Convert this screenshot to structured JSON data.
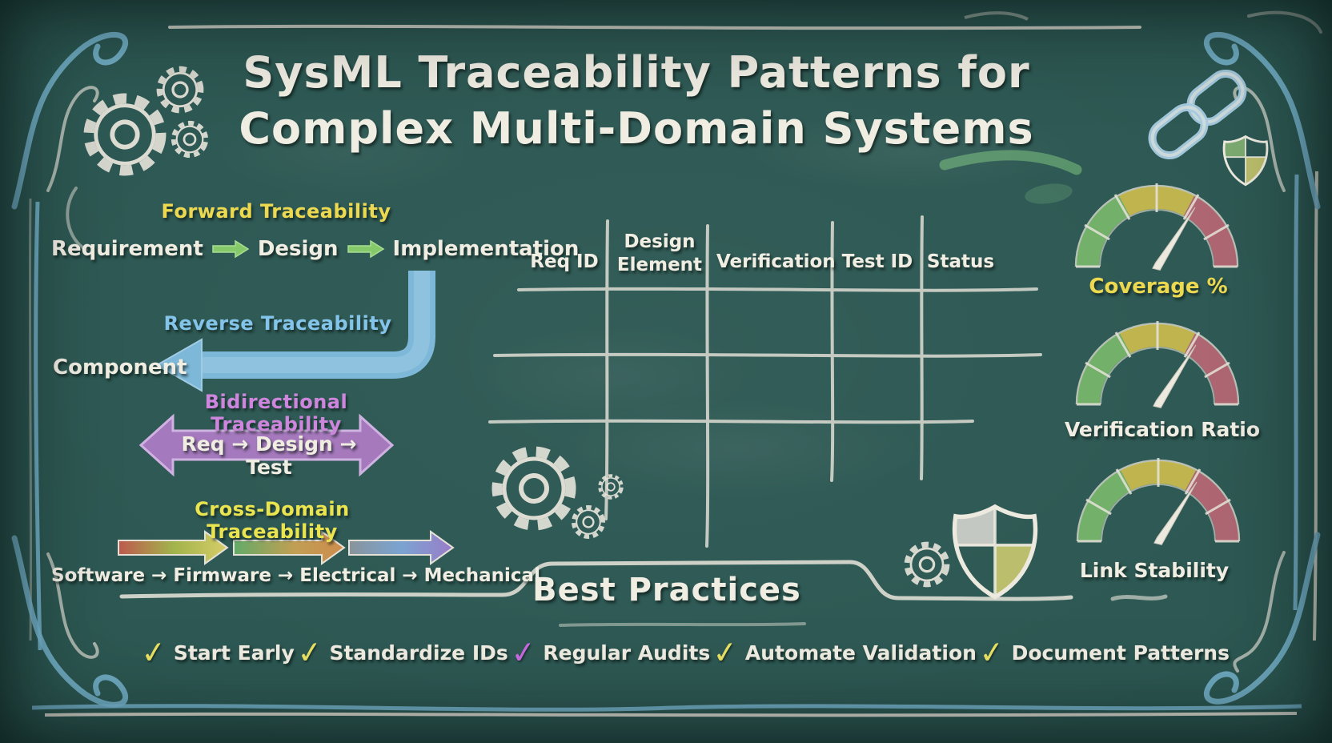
{
  "board": {
    "title_line1": "SysML Traceability Patterns for",
    "title_line2": "Complex Multi-Domain Systems"
  },
  "patterns": {
    "forward": {
      "label": "Forward Traceability",
      "steps": [
        "Requirement",
        "Design",
        "Implementation"
      ]
    },
    "reverse": {
      "label": "Reverse Traceability",
      "source": "Component"
    },
    "bidirectional": {
      "label": "Bidirectional Traceability",
      "flow": "Req → Design → Test"
    },
    "cross_domain": {
      "label": "Cross-Domain Traceability",
      "flow": "Software → Firmware → Electrical → Mechanical"
    }
  },
  "trace_matrix": {
    "columns": [
      "Req ID",
      "Design Element",
      "Verification",
      "Test ID",
      "Status"
    ]
  },
  "gauges": [
    {
      "label": "Coverage %",
      "label_color": "#ecd94f"
    },
    {
      "label": "Verification Ratio",
      "label_color": "#f0ede3"
    },
    {
      "label": "Link Stability",
      "label_color": "#f0ede3"
    }
  ],
  "best_practices": {
    "title": "Best Practices",
    "items": [
      {
        "label": "Start Early",
        "check_color": "#e9e263"
      },
      {
        "label": "Standardize IDs",
        "check_color": "#e9e263"
      },
      {
        "label": "Regular Audits",
        "check_color": "#c96ae0"
      },
      {
        "label": "Automate Validation",
        "check_color": "#e9e263"
      },
      {
        "label": "Document Patterns",
        "check_color": "#e9e263"
      }
    ]
  },
  "colors": {
    "board_background": "#2c5752",
    "chalk_white": "#f0ede3",
    "forward_label": "#ecd94f",
    "forward_arrow_green": "#86c96b",
    "reverse_blue": "#82c4ea",
    "bidirectional_purple": "#cd85dd",
    "cross_domain_yellow": "#eae44e",
    "gauge_green": "#7fbf6f",
    "gauge_yellow": "#d9c44f",
    "gauge_red": "#c46a78"
  }
}
